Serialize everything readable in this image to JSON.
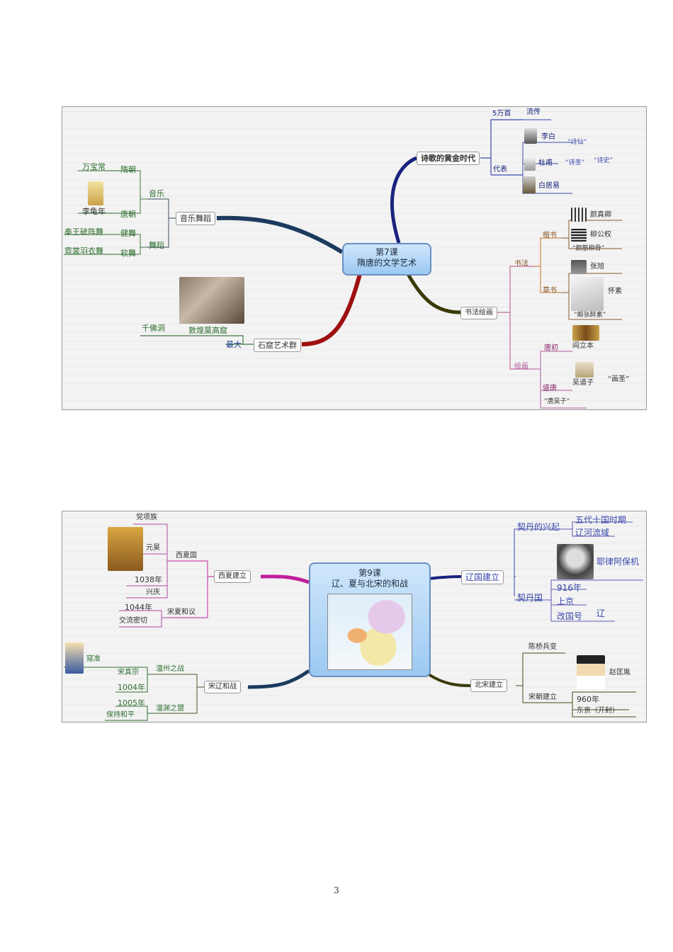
{
  "map1": {
    "center": {
      "line1": "第7课",
      "line2": "隋唐的文学艺术"
    },
    "poetry": {
      "label": "诗歌的黄金时代",
      "count": "5万首",
      "spread": "流传",
      "rep": "代表",
      "libai": "李白",
      "libai_title": "“诗仙”",
      "dufu": "杜甫",
      "dufu_t1": "“诗圣”",
      "dufu_t2": "“诗史”",
      "baijuyi": "白居易"
    },
    "music": {
      "label": "音乐舞蹈",
      "music": "音乐",
      "sui": "隋朝",
      "wan": "万宝常",
      "tang": "唐朝",
      "li": "李龟年",
      "dance": "舞蹈",
      "jian": "健舞",
      "qin": "秦王破阵舞",
      "ruan": "软舞",
      "ni": "霓裳羽衣舞"
    },
    "grotto": {
      "label": "石窟艺术群",
      "max": "最大",
      "dh": "敦煌莫高窟",
      "qf": "千佛洞"
    },
    "art": {
      "label": "书法绘画",
      "calli": "书法",
      "kai": "楷书",
      "yan": "颜真卿",
      "liu": "柳公权",
      "yl": "“颜筋柳骨”",
      "cao": "草书",
      "zx": "张旭",
      "hs": "怀素",
      "dz": "“颠张醉素”",
      "paint": "绘画",
      "early": "唐初",
      "yan_lb": "阎立本",
      "sheng": "盛唐",
      "wu": "吴道子",
      "hs2": "“画圣”",
      "tangwu": "“唐吴子”"
    }
  },
  "map2": {
    "center": {
      "line1": "第9课",
      "line2": "辽、夏与北宋的和战"
    },
    "liao": {
      "label": "辽国建立",
      "rise": "契丹的兴起",
      "five": "五代十国时期",
      "river": "辽河流域",
      "abaoji": "耶律阿保机",
      "state": "契丹国",
      "y916": "916年",
      "capital": "上京",
      "rename": "改国号",
      "liao": "辽"
    },
    "xixia": {
      "label": "西夏建立",
      "country": "西夏国",
      "dangxiang": "党项族",
      "yuanhao": "元昊",
      "y1038": "1038年",
      "xingqing": "兴庆",
      "peace": "宋夏和议",
      "y1044": "1044年",
      "close": "交流密切"
    },
    "songliao": {
      "label": "宋辽和战",
      "battle": "澶州之战",
      "zhenzong": "宋真宗",
      "kou": "寇准",
      "y1004": "1004年",
      "treaty": "澶渊之盟",
      "y1005": "1005年",
      "keep": "保持和平"
    },
    "song": {
      "label": "北宋建立",
      "yang": "陈桥兵变",
      "found": "宋朝建立",
      "zhao": "赵匡胤",
      "y960": "960年",
      "dongjing": "东京（开封）"
    }
  },
  "page_number": "3"
}
